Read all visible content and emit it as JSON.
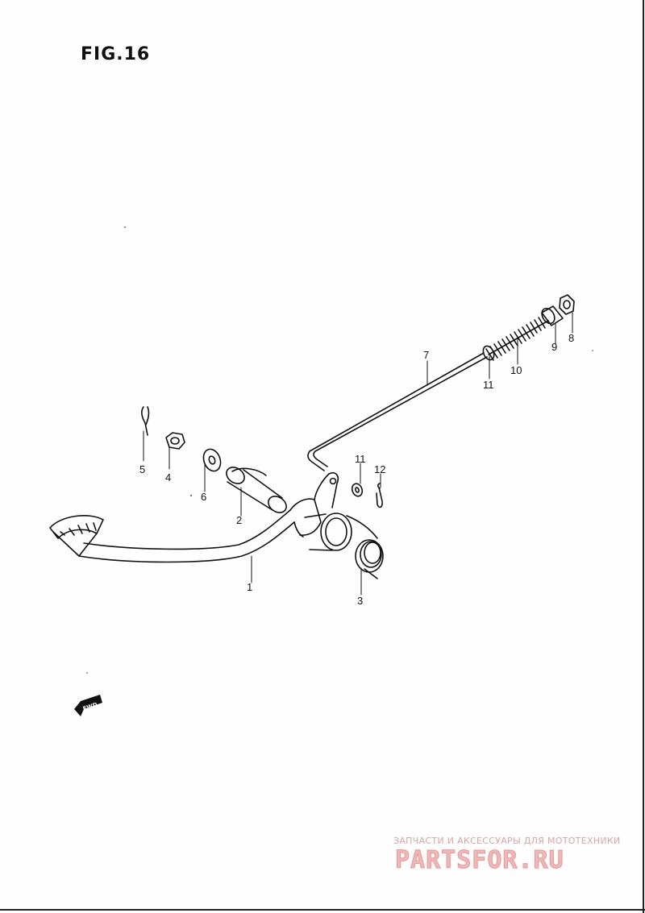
{
  "figure": {
    "title": "FIG.16"
  },
  "callouts": [
    "1",
    "2",
    "3",
    "4",
    "5",
    "6",
    "7",
    "8",
    "9",
    "10",
    "11",
    "11",
    "12"
  ],
  "direction_marker": {
    "label": "FWD",
    "icon": "forward-arrow-icon"
  },
  "watermark": {
    "tagline": "ЗАПЧАСТИ И АКСЕССУАРЫ ДЛЯ МОТОТЕХНИКИ",
    "logo": "PARTSFOR.RU",
    "color": "#e8a0a0"
  }
}
